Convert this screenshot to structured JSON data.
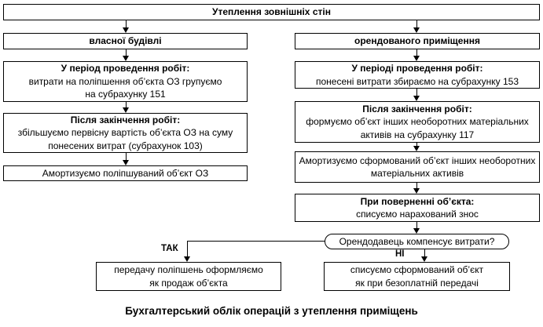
{
  "diagram": {
    "title_box": "Утеплення зовнішніх стін",
    "left_branch": {
      "header": "власної будівлі",
      "steps": [
        {
          "title": "У період проведення робіт:",
          "lines": [
            "витрати на поліпшення об’єкта ОЗ групуємо",
            "на субрахунку 151"
          ]
        },
        {
          "title": "Після закінчення робіт:",
          "lines": [
            "збільшуємо первісну вартість об’єкта ОЗ на суму",
            "понесених витрат (субрахунок 103)"
          ]
        },
        {
          "title": "",
          "lines": [
            "Амортизуємо поліпшуваний об’єкт ОЗ"
          ]
        }
      ]
    },
    "right_branch": {
      "header": "орендованого приміщення",
      "steps": [
        {
          "title": "У періоді проведення робіт:",
          "lines": [
            "понесені витрати збираємо на субрахунку 153"
          ]
        },
        {
          "title": "Після закінчення робіт:",
          "lines": [
            "формуємо об’єкт інших необоротних матеріальних",
            "активів на субрахунку 117"
          ]
        },
        {
          "title": "",
          "lines": [
            "Амортизуємо сформований об’єкт інших необоротних",
            "матеріальних активів"
          ]
        },
        {
          "title": "При поверненні об’єкта:",
          "lines": [
            "списуємо нарахований знос"
          ]
        }
      ],
      "decision": "Орендодавець компенсує витрати?",
      "yes_label": "ТАК",
      "no_label": "НІ",
      "yes_box": {
        "lines": [
          "передачу поліпшень оформляємо",
          "як продаж об’єкта"
        ]
      },
      "no_box": {
        "lines": [
          "списуємо сформований об’єкт",
          "як при безоплатній передачі"
        ]
      }
    },
    "caption": "Бухгалтерський облік операцій з утеплення приміщень"
  }
}
